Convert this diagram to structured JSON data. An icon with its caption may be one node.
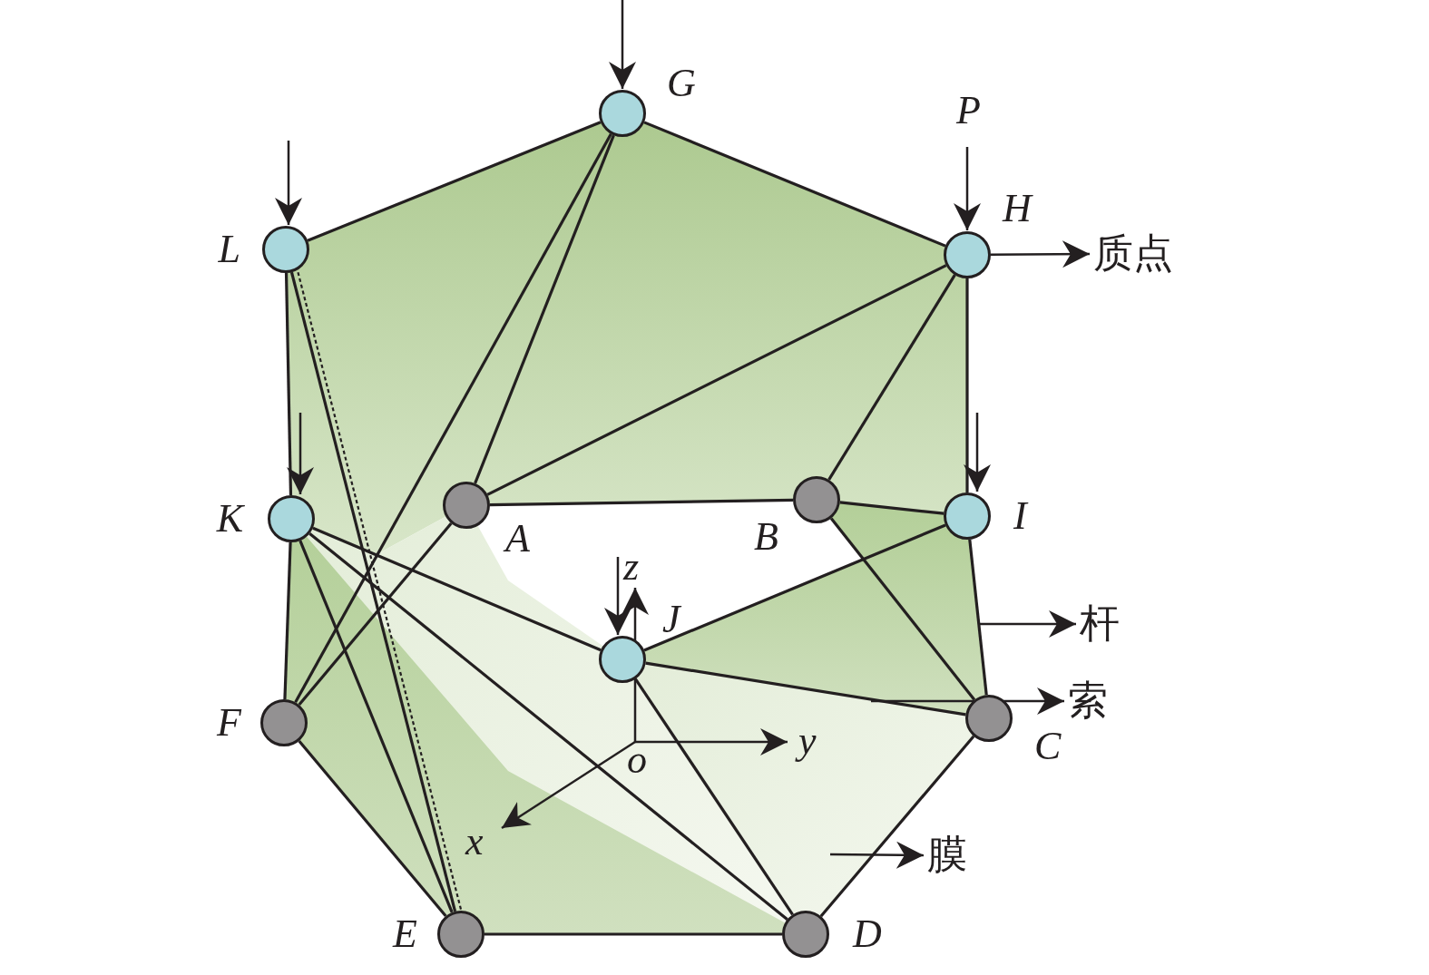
{
  "diagram": {
    "nodes": [
      {
        "text": [],
        "shape": "circle",
        "beside": [
          "G"
        ]
      },
      {
        "text": [],
        "shape": "circle",
        "beside": [
          "L"
        ]
      },
      {
        "text": [],
        "shape": "circle",
        "beside": [
          "H"
        ]
      },
      {
        "text": [],
        "shape": "circle",
        "beside": [
          "K"
        ]
      },
      {
        "text": [],
        "shape": "circle",
        "beside": [
          "A"
        ]
      },
      {
        "text": [],
        "shape": "circle",
        "beside": [
          "B"
        ]
      },
      {
        "text": [],
        "shape": "circle",
        "beside": [
          "I"
        ]
      },
      {
        "text": [],
        "shape": "circle",
        "beside": [
          "J"
        ]
      },
      {
        "text": [],
        "shape": "circle",
        "beside": [
          "F"
        ]
      },
      {
        "text": [],
        "shape": "circle",
        "beside": [
          "C"
        ]
      },
      {
        "text": [],
        "shape": "circle",
        "beside": [
          "E"
        ]
      },
      {
        "text": [],
        "shape": "circle",
        "beside": [
          "D"
        ]
      },
      {
        "text": [
          "质点"
        ]
      },
      {
        "text": [
          "杆"
        ]
      },
      {
        "text": [
          "索"
        ]
      },
      {
        "text": [
          "膜"
        ]
      }
    ],
    "edges": [
      {
        "from": 0,
        "to": 1,
        "arrow": "none"
      },
      {
        "from": 0,
        "to": 2,
        "arrow": "none"
      },
      {
        "from": 1,
        "to": 3,
        "arrow": "none"
      },
      {
        "from": 3,
        "to": 8,
        "arrow": "none"
      },
      {
        "from": 2,
        "to": 6,
        "arrow": "none"
      },
      {
        "from": 0,
        "to": 4,
        "arrow": "none"
      },
      {
        "from": 0,
        "to": 8,
        "arrow": "none"
      },
      {
        "from": 2,
        "to": 4,
        "arrow": "none"
      },
      {
        "from": 2,
        "to": 5,
        "arrow": "none"
      },
      {
        "from": 4,
        "to": 5,
        "arrow": "none"
      },
      {
        "from": 5,
        "to": 6,
        "arrow": "none"
      },
      {
        "from": 5,
        "to": 9,
        "arrow": "none"
      },
      {
        "from": 4,
        "to": 8,
        "arrow": "none"
      },
      {
        "from": 3,
        "to": 7,
        "arrow": "none"
      },
      {
        "from": 3,
        "to": 10,
        "arrow": "none"
      },
      {
        "from": 3,
        "to": 11,
        "arrow": "none"
      },
      {
        "from": 1,
        "to": 10,
        "arrow": "none"
      },
      {
        "from": 1,
        "to": 10,
        "arrow": "none",
        "style": "dashed"
      },
      {
        "from": 6,
        "to": 7,
        "arrow": "none"
      },
      {
        "from": 7,
        "to": 9,
        "arrow": "none"
      },
      {
        "from": 7,
        "to": 11,
        "arrow": "none"
      },
      {
        "from": 6,
        "to": 9,
        "arrow": "none"
      },
      {
        "from": 8,
        "to": 10,
        "arrow": "none"
      },
      {
        "from": 10,
        "to": 11,
        "arrow": "none"
      },
      {
        "from": 11,
        "to": 9,
        "arrow": "none"
      },
      {
        "from": 2,
        "to": 12,
        "arrow": "to"
      },
      {
        "from": null,
        "to": 13,
        "arrow": "to"
      },
      {
        "from": null,
        "to": 14,
        "arrow": "to"
      },
      {
        "from": null,
        "to": 15,
        "arrow": "to"
      }
    ],
    "labels": [
      "P",
      "z",
      "y",
      "o",
      "x"
    ]
  }
}
